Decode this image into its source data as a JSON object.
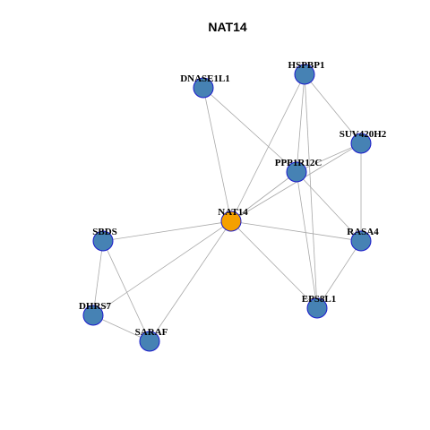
{
  "title": "NAT14",
  "colors": {
    "center": "#f5a000",
    "node": "#4682b4",
    "node_border": "#1a1acc",
    "edge": "#a8a8a8"
  },
  "nodes": [
    {
      "id": "NAT14",
      "label": "NAT14",
      "role": "center"
    },
    {
      "id": "HSPBP1",
      "label": "HSPBP1",
      "role": "neighbor"
    },
    {
      "id": "DNASE1L1",
      "label": "DNASE1L1",
      "role": "neighbor"
    },
    {
      "id": "SUV420H2",
      "label": "SUV420H2",
      "role": "neighbor"
    },
    {
      "id": "PPP1R12C",
      "label": "PPP1R12C",
      "role": "neighbor"
    },
    {
      "id": "SBDS",
      "label": "SBDS",
      "role": "neighbor"
    },
    {
      "id": "RASA4",
      "label": "RASA4",
      "role": "neighbor"
    },
    {
      "id": "DHRS7",
      "label": "DHRS7",
      "role": "neighbor"
    },
    {
      "id": "EPS8L1",
      "label": "EPS8L1",
      "role": "neighbor"
    },
    {
      "id": "SARAF",
      "label": "SARAF",
      "role": "neighbor"
    }
  ],
  "edges": [
    [
      "NAT14",
      "HSPBP1"
    ],
    [
      "NAT14",
      "DNASE1L1"
    ],
    [
      "NAT14",
      "PPP1R12C"
    ],
    [
      "NAT14",
      "SUV420H2"
    ],
    [
      "NAT14",
      "SBDS"
    ],
    [
      "NAT14",
      "RASA4"
    ],
    [
      "NAT14",
      "DHRS7"
    ],
    [
      "NAT14",
      "EPS8L1"
    ],
    [
      "NAT14",
      "SARAF"
    ],
    [
      "HSPBP1",
      "SUV420H2"
    ],
    [
      "HSPBP1",
      "PPP1R12C"
    ],
    [
      "HSPBP1",
      "EPS8L1"
    ],
    [
      "DNASE1L1",
      "PPP1R12C"
    ],
    [
      "SUV420H2",
      "PPP1R12C"
    ],
    [
      "SUV420H2",
      "RASA4"
    ],
    [
      "PPP1R12C",
      "RASA4"
    ],
    [
      "PPP1R12C",
      "EPS8L1"
    ],
    [
      "RASA4",
      "EPS8L1"
    ],
    [
      "SBDS",
      "DHRS7"
    ],
    [
      "SBDS",
      "SARAF"
    ],
    [
      "DHRS7",
      "SARAF"
    ]
  ]
}
